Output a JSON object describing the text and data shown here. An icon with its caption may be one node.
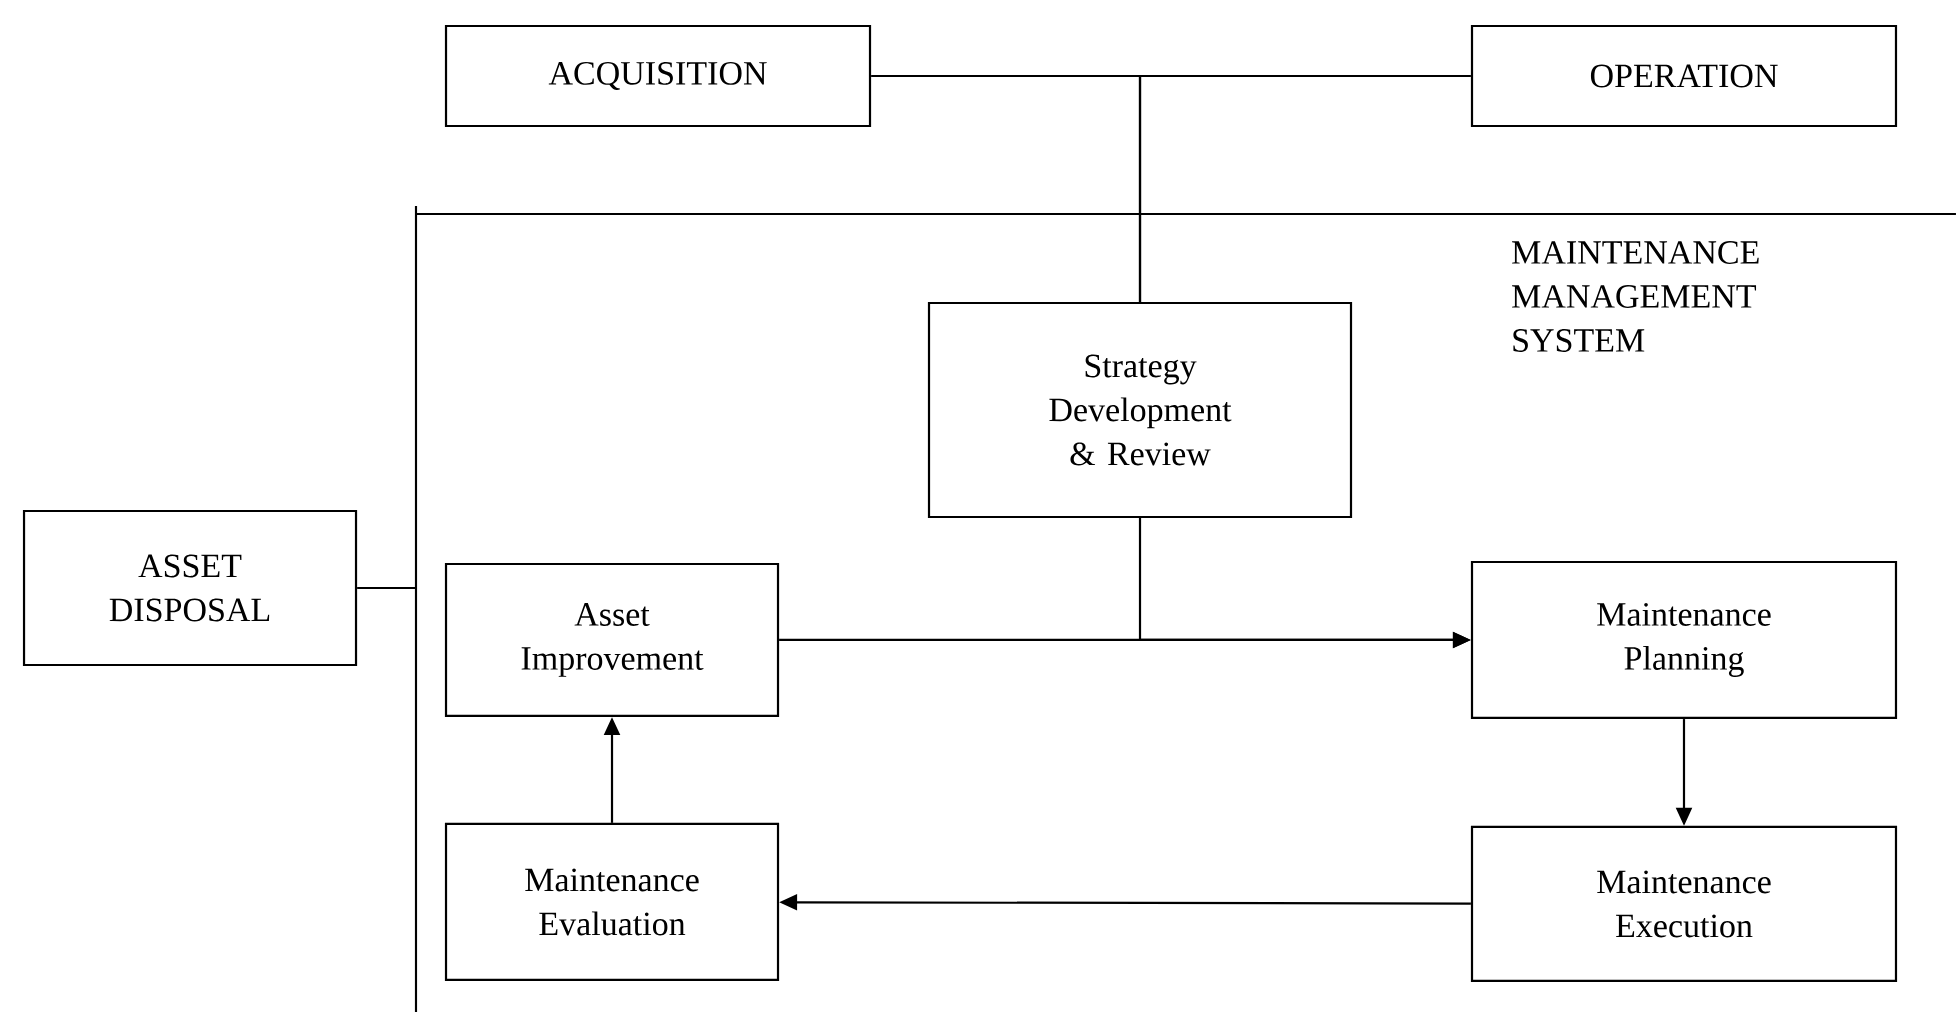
{
  "diagram": {
    "nodes": [
      {
        "text": [
          "ACQUISITION"
        ]
      },
      {
        "text": [
          "OPERATION"
        ]
      },
      {
        "text": [
          "ASSET DISPOSAL"
        ]
      },
      {
        "text": [
          "Strategy Development & Review"
        ]
      },
      {
        "text": [
          "Asset Improvement"
        ]
      },
      {
        "text": [
          "Maintenance Planning"
        ]
      },
      {
        "text": [
          "Maintenance Execution"
        ]
      },
      {
        "text": [
          "Maintenance Evaluation"
        ]
      }
    ],
    "edges": [
      {
        "from": 0,
        "to": 3,
        "arrow": "none"
      },
      {
        "from": 1,
        "to": 3,
        "arrow": "none"
      },
      {
        "from": 2,
        "to": null,
        "arrow": "none"
      },
      {
        "from": 4,
        "to": 5,
        "arrow": "to"
      },
      {
        "from": 3,
        "to": 5,
        "arrow": "to"
      },
      {
        "from": 5,
        "to": 6,
        "arrow": "to"
      },
      {
        "from": 6,
        "to": 7,
        "arrow": "to"
      },
      {
        "from": 7,
        "to": 4,
        "arrow": "to"
      }
    ],
    "labels": [
      "MAINTENANCE MANAGEMENT SYSTEM"
    ]
  }
}
